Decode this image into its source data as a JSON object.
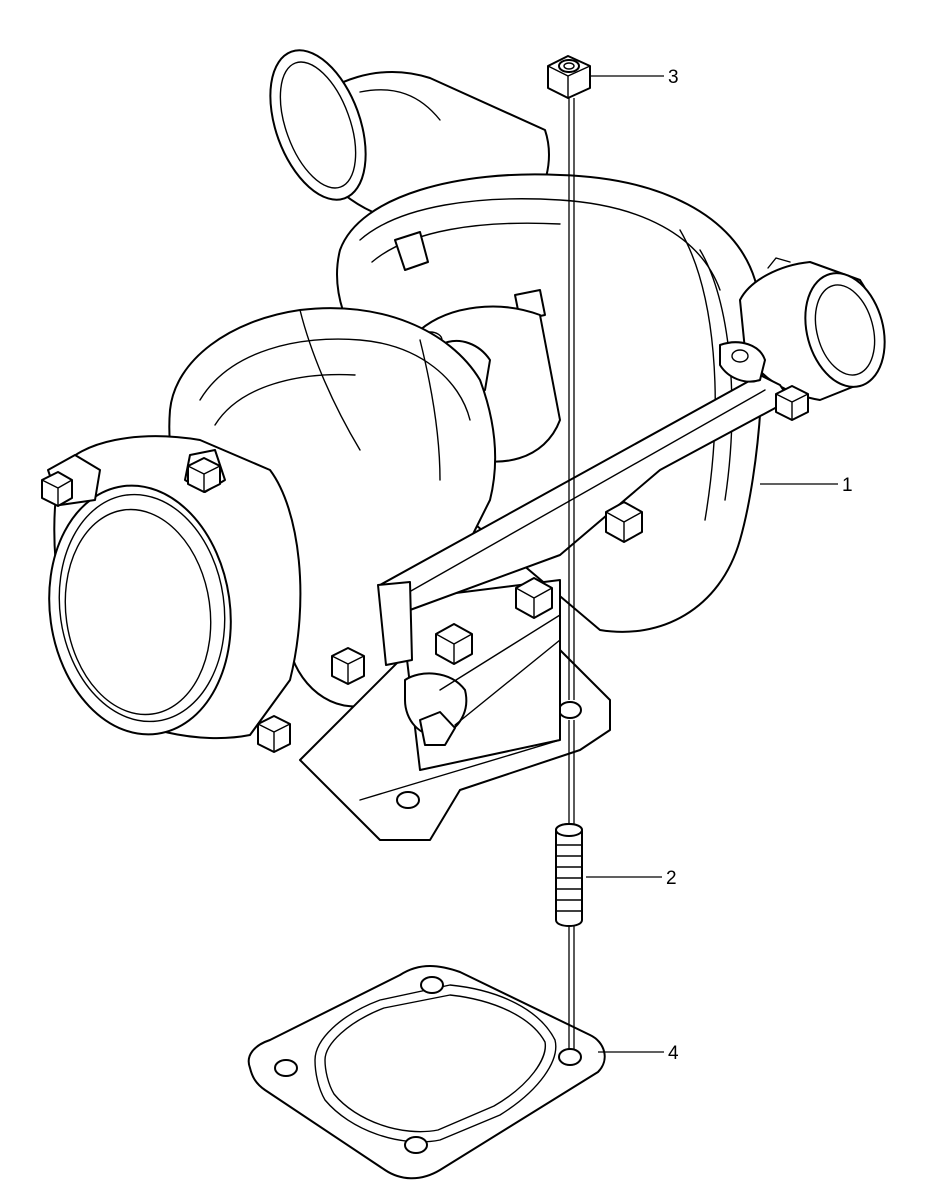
{
  "callouts": [
    {
      "id": "1",
      "label": "1",
      "part": "turbocharger-assembly"
    },
    {
      "id": "2",
      "label": "2",
      "part": "stud"
    },
    {
      "id": "3",
      "label": "3",
      "part": "nut"
    },
    {
      "id": "4",
      "label": "4",
      "part": "gasket"
    }
  ],
  "colors": {
    "line": "#000000",
    "background": "#ffffff"
  }
}
